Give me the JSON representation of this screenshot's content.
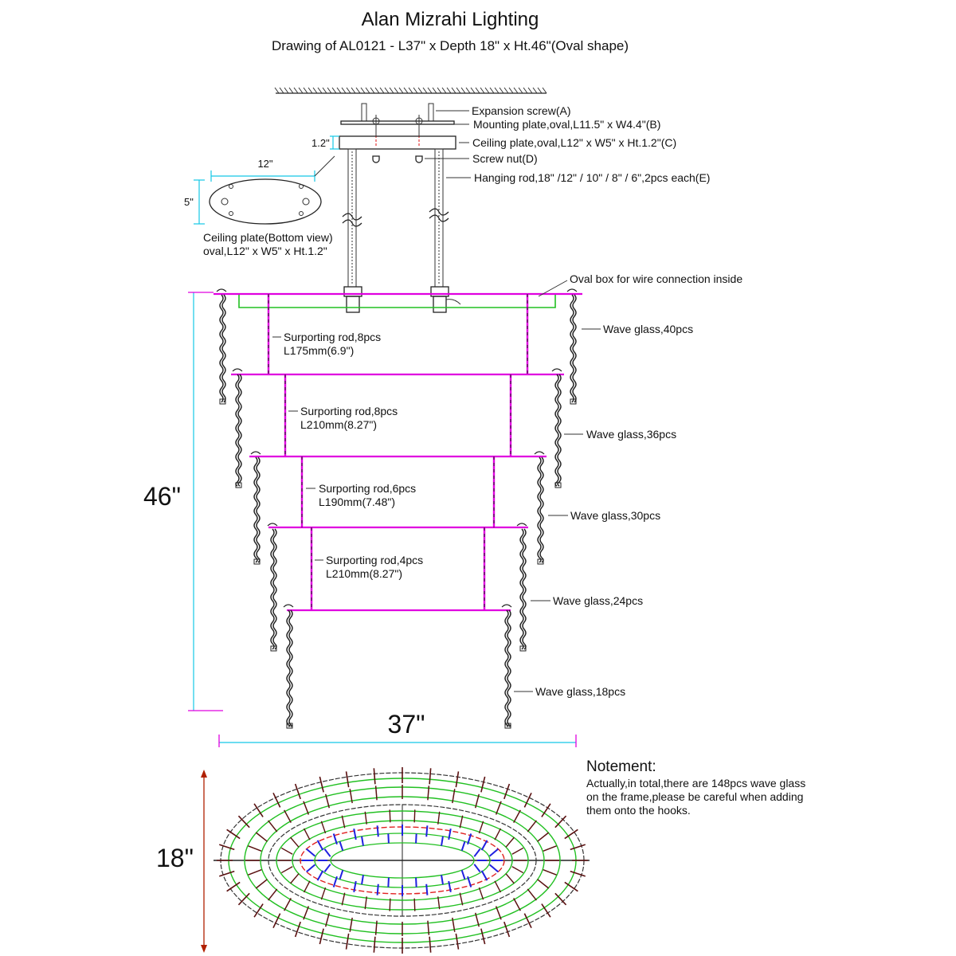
{
  "header": {
    "title": "Alan Mizrahi Lighting",
    "subtitle": "Drawing of AL0121 - L37\" x Depth 18\" x Ht.46\"(Oval shape)"
  },
  "parts": [
    "Expansion screw(A)",
    "Mounting plate,oval,L11.5\" x W4.4\"(B)",
    "Ceiling plate,oval,L12\" x W5\" x Ht.1.2\"(C)",
    "Screw nut(D)",
    "Hanging rod,18\" /12\" / 10\" / 8\" / 6\",2pcs each(E)"
  ],
  "plate_height": "1.2\"",
  "bottom_view": {
    "length": "12\"",
    "width": "5\"",
    "caption_line1": "Ceiling plate(Bottom view)",
    "caption_line2": "oval,L12\" x W5\" x Ht.1.2\""
  },
  "oval_box": "Oval box for wire connection inside",
  "rods": [
    {
      "label": "Surporting rod,8pcs",
      "length": "L175mm(6.9\")"
    },
    {
      "label": "Surporting rod,8pcs",
      "length": "L210mm(8.27\")"
    },
    {
      "label": "Surporting rod,6pcs",
      "length": "L190mm(7.48\")"
    },
    {
      "label": "Surporting rod,4pcs",
      "length": "L210mm(8.27\")"
    }
  ],
  "wave_glass": [
    "Wave glass,40pcs",
    "Wave glass,36pcs",
    "Wave glass,30pcs",
    "Wave glass,24pcs",
    "Wave glass,18pcs"
  ],
  "dimensions": {
    "height": "46\"",
    "length": "37\"",
    "depth": "18\""
  },
  "note": {
    "title": "Notement:",
    "line1": "Actually,in total,there are 148pcs wave glass",
    "line2": "on the frame,please be careful when adding",
    "line3": "them onto the hooks."
  }
}
